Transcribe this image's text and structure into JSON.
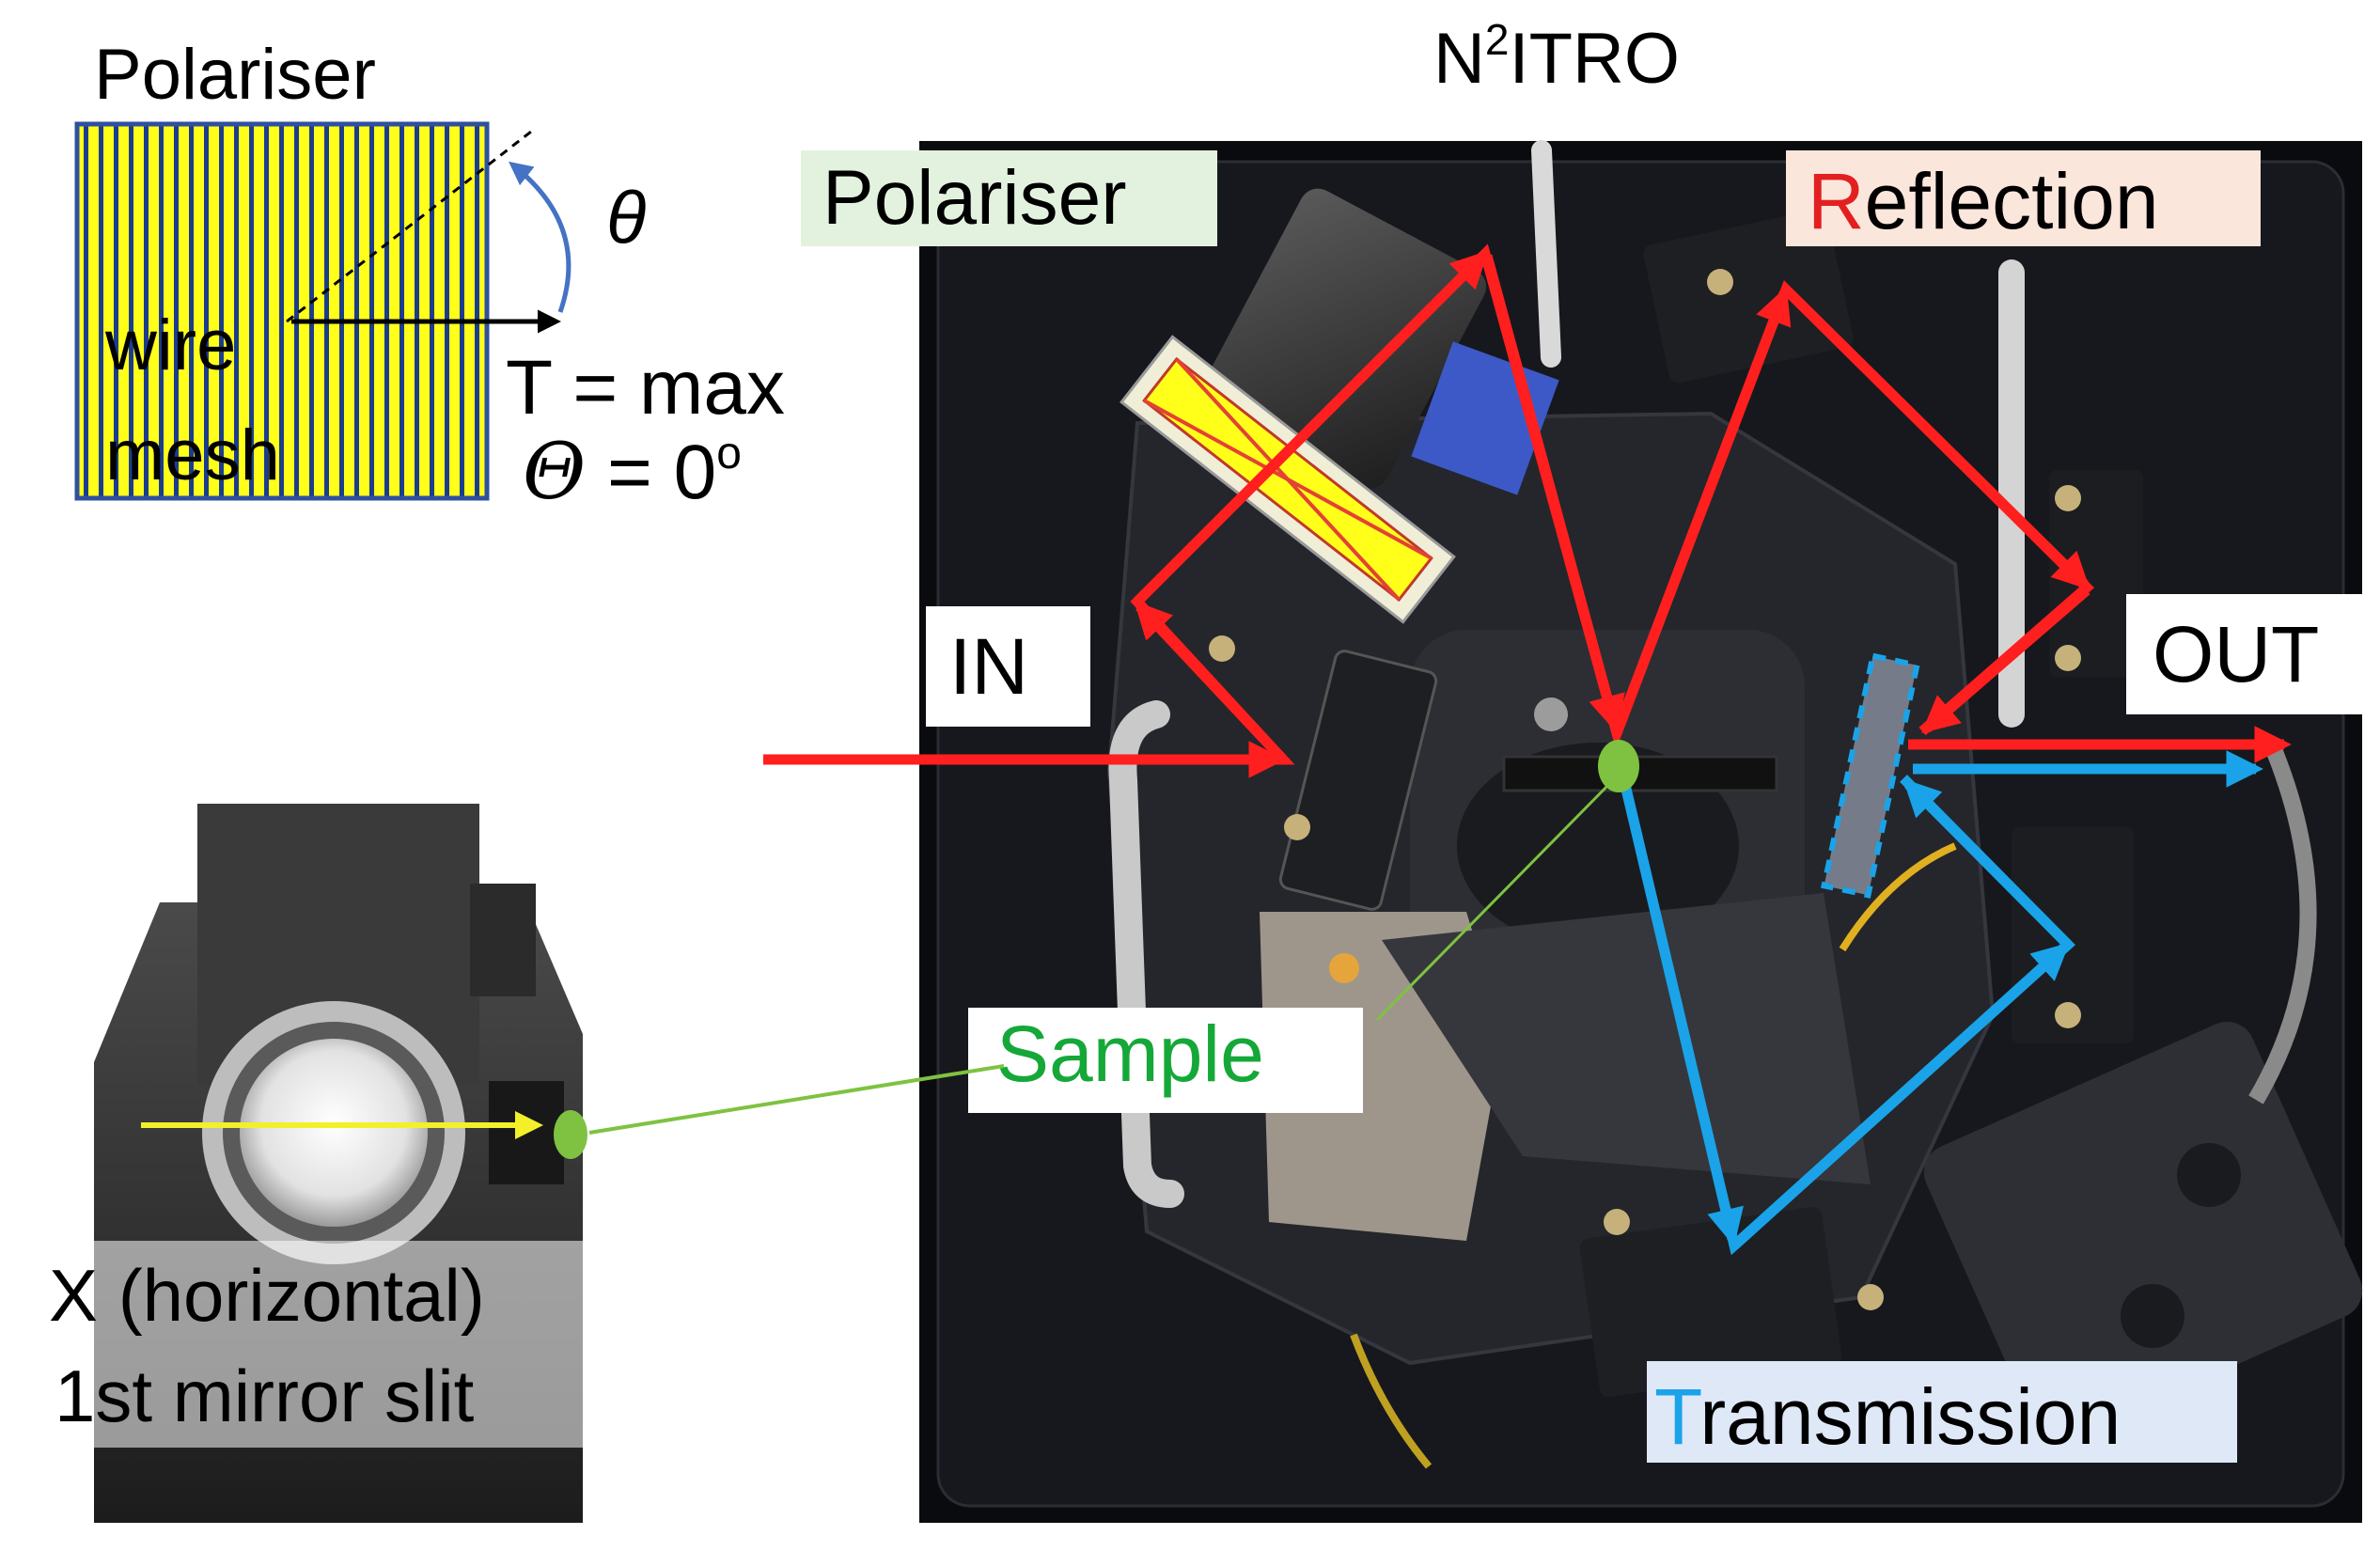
{
  "title": {
    "base": "N",
    "superscript": "2",
    "rest": "ITRO"
  },
  "inset_polariser": {
    "title": "Polariser",
    "wire_label_line1": "wire",
    "wire_label_line2": "mesh",
    "theta_symbol": "θ",
    "t_max_label": "T = max",
    "angle_symbol": "Θ",
    "angle_equals": " = 0",
    "angle_degree": "o"
  },
  "labels": {
    "polariser": "Polariser",
    "reflection_first": "R",
    "reflection_rest": "eflection",
    "in": "IN",
    "out": "OUT",
    "sample": "Sample",
    "transmission_first": "T",
    "transmission_rest": "ransmission",
    "slit_line1": "X (horizontal)",
    "slit_line2": "1st mirror slit"
  },
  "colors": {
    "reflection_beam": "#ff1f1f",
    "transmission_beam": "#1aa3e8",
    "sample_marker": "#7fc241",
    "sample_text": "#15a839",
    "mesh_yellow": "#ffff1a",
    "mesh_blue": "#1c3d8c",
    "slit_arrow": "#f3f02a",
    "polariser_tag_bg": "#e3f2df",
    "reflection_tag_bg": "#fbe6dc",
    "transmission_tag_bg": "#dfe8f7"
  }
}
